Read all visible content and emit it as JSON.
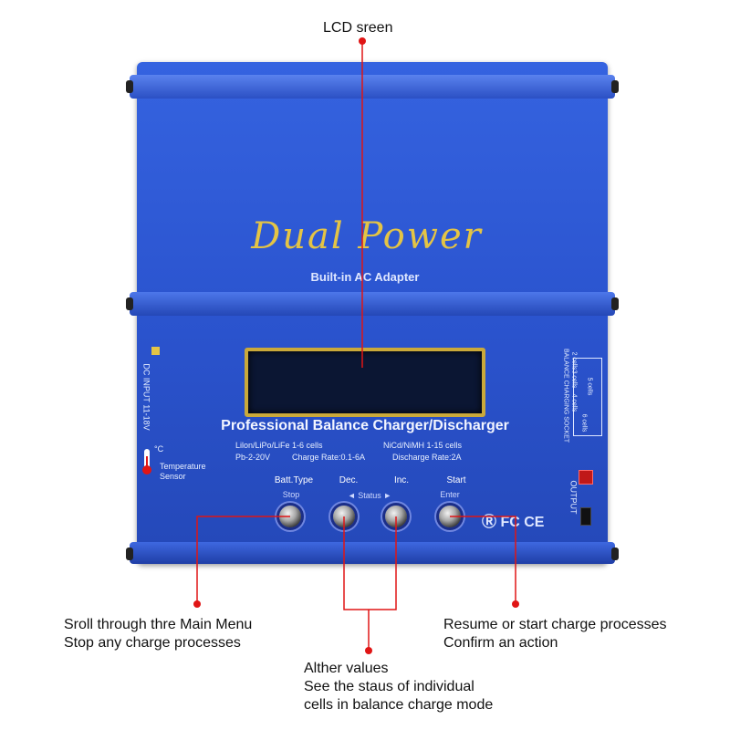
{
  "callouts": {
    "lcd": "LCD sreen",
    "left": [
      "Sroll through thre Main Menu",
      "Stop any charge processes"
    ],
    "middle": [
      "Alther values",
      "See the staus of individual",
      "cells in balance charge mode"
    ],
    "right": [
      "Resume or start charge processes",
      "Confirm an action"
    ]
  },
  "device": {
    "logo": "Dual Power",
    "subtitle": "Built-in AC Adapter",
    "main_title": "Professional Balance Charger/Discharger",
    "spec_line1": [
      "Lilon/LiPo/LiFe  1-6  cells",
      "NiCd/NiMH  1-15  cells"
    ],
    "spec_line2": [
      "Pb-2-20V",
      "Charge Rate:0.1-6A",
      "Discharge Rate:2A"
    ],
    "dc_input": "DC INPUT 11-18V",
    "temp_symbol": "°C",
    "temp_label": [
      "Temperature",
      "Sensor"
    ],
    "buttons": [
      {
        "top": "Batt.Type",
        "sub": "Stop"
      },
      {
        "top": "Dec.",
        "sub": ""
      },
      {
        "top": "Inc.",
        "sub": ""
      },
      {
        "top": "Start",
        "sub": "Enter"
      }
    ],
    "status_label": "◄ Status ►",
    "balance_socket": "BALANCE CHARGING SOCKET",
    "cells": [
      "4 cells",
      "3 cells",
      "2 cells",
      "5 cells",
      "6 cells"
    ],
    "output": "OUTPUT",
    "marks": "Ⓡ FC CE"
  },
  "colors": {
    "panel": "#2f58d6",
    "panel_dark": "#1d3a9e",
    "logo": "#e4c445",
    "callout_line": "#e01515"
  }
}
